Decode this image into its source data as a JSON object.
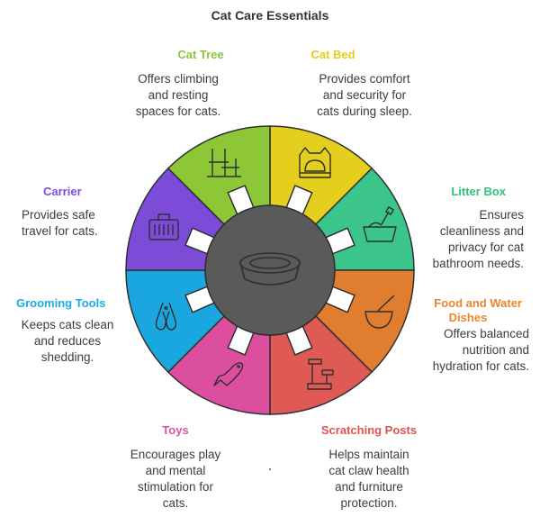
{
  "title": "Cat Care Essentials",
  "segments": [
    {
      "label": "Cat Bed",
      "desc": [
        "Provides comfort",
        "and security for",
        "cats during sleep."
      ],
      "color": "#e5cf1e",
      "label_color": "#e6cc14",
      "icon": "cat-bed-icon"
    },
    {
      "label": "Litter Box",
      "desc": [
        "Ensures",
        "cleanliness and",
        "privacy for cat",
        "bathroom needs."
      ],
      "color": "#3cc58a",
      "label_color": "#33c07f",
      "icon": "litter-box-icon"
    },
    {
      "label": "Food and Water",
      "label2": "Dishes",
      "desc": [
        "Offers balanced",
        "nutrition and",
        "hydration for cats."
      ],
      "color": "#e07d2e",
      "label_color": "#e8862a",
      "icon": "food-bowl-icon"
    },
    {
      "label": "Scratching Posts",
      "desc": [
        "Helps maintain",
        "cat claw health",
        "and furniture",
        "protection."
      ],
      "color": "#e05a55",
      "label_color": "#e05252",
      "icon": "scratching-post-icon"
    },
    {
      "label": "Toys",
      "desc": [
        "Encourages play",
        "and mental",
        "stimulation for",
        "cats."
      ],
      "color": "#dc4e9e",
      "label_color": "#e0529f",
      "icon": "fish-toy-icon"
    },
    {
      "label": "Grooming Tools",
      "desc": [
        "Keeps cats clean",
        "and reduces",
        "shedding."
      ],
      "color": "#1aa7df",
      "label_color": "#1aaee6",
      "icon": "nail-clipper-icon"
    },
    {
      "label": "Carrier",
      "desc": [
        "Provides safe",
        "travel for cats."
      ],
      "color": "#7c4bd8",
      "label_color": "#7b4ee0",
      "icon": "carrier-icon"
    },
    {
      "label": "Cat Tree",
      "desc": [
        "Offers climbing",
        "and resting",
        "spaces for cats."
      ],
      "color": "#8dc637",
      "label_color": "#8cc43a",
      "icon": "cat-tree-icon"
    }
  ],
  "center": {
    "color": "#5a5a5a",
    "icon": "cat-bowl-icon"
  }
}
